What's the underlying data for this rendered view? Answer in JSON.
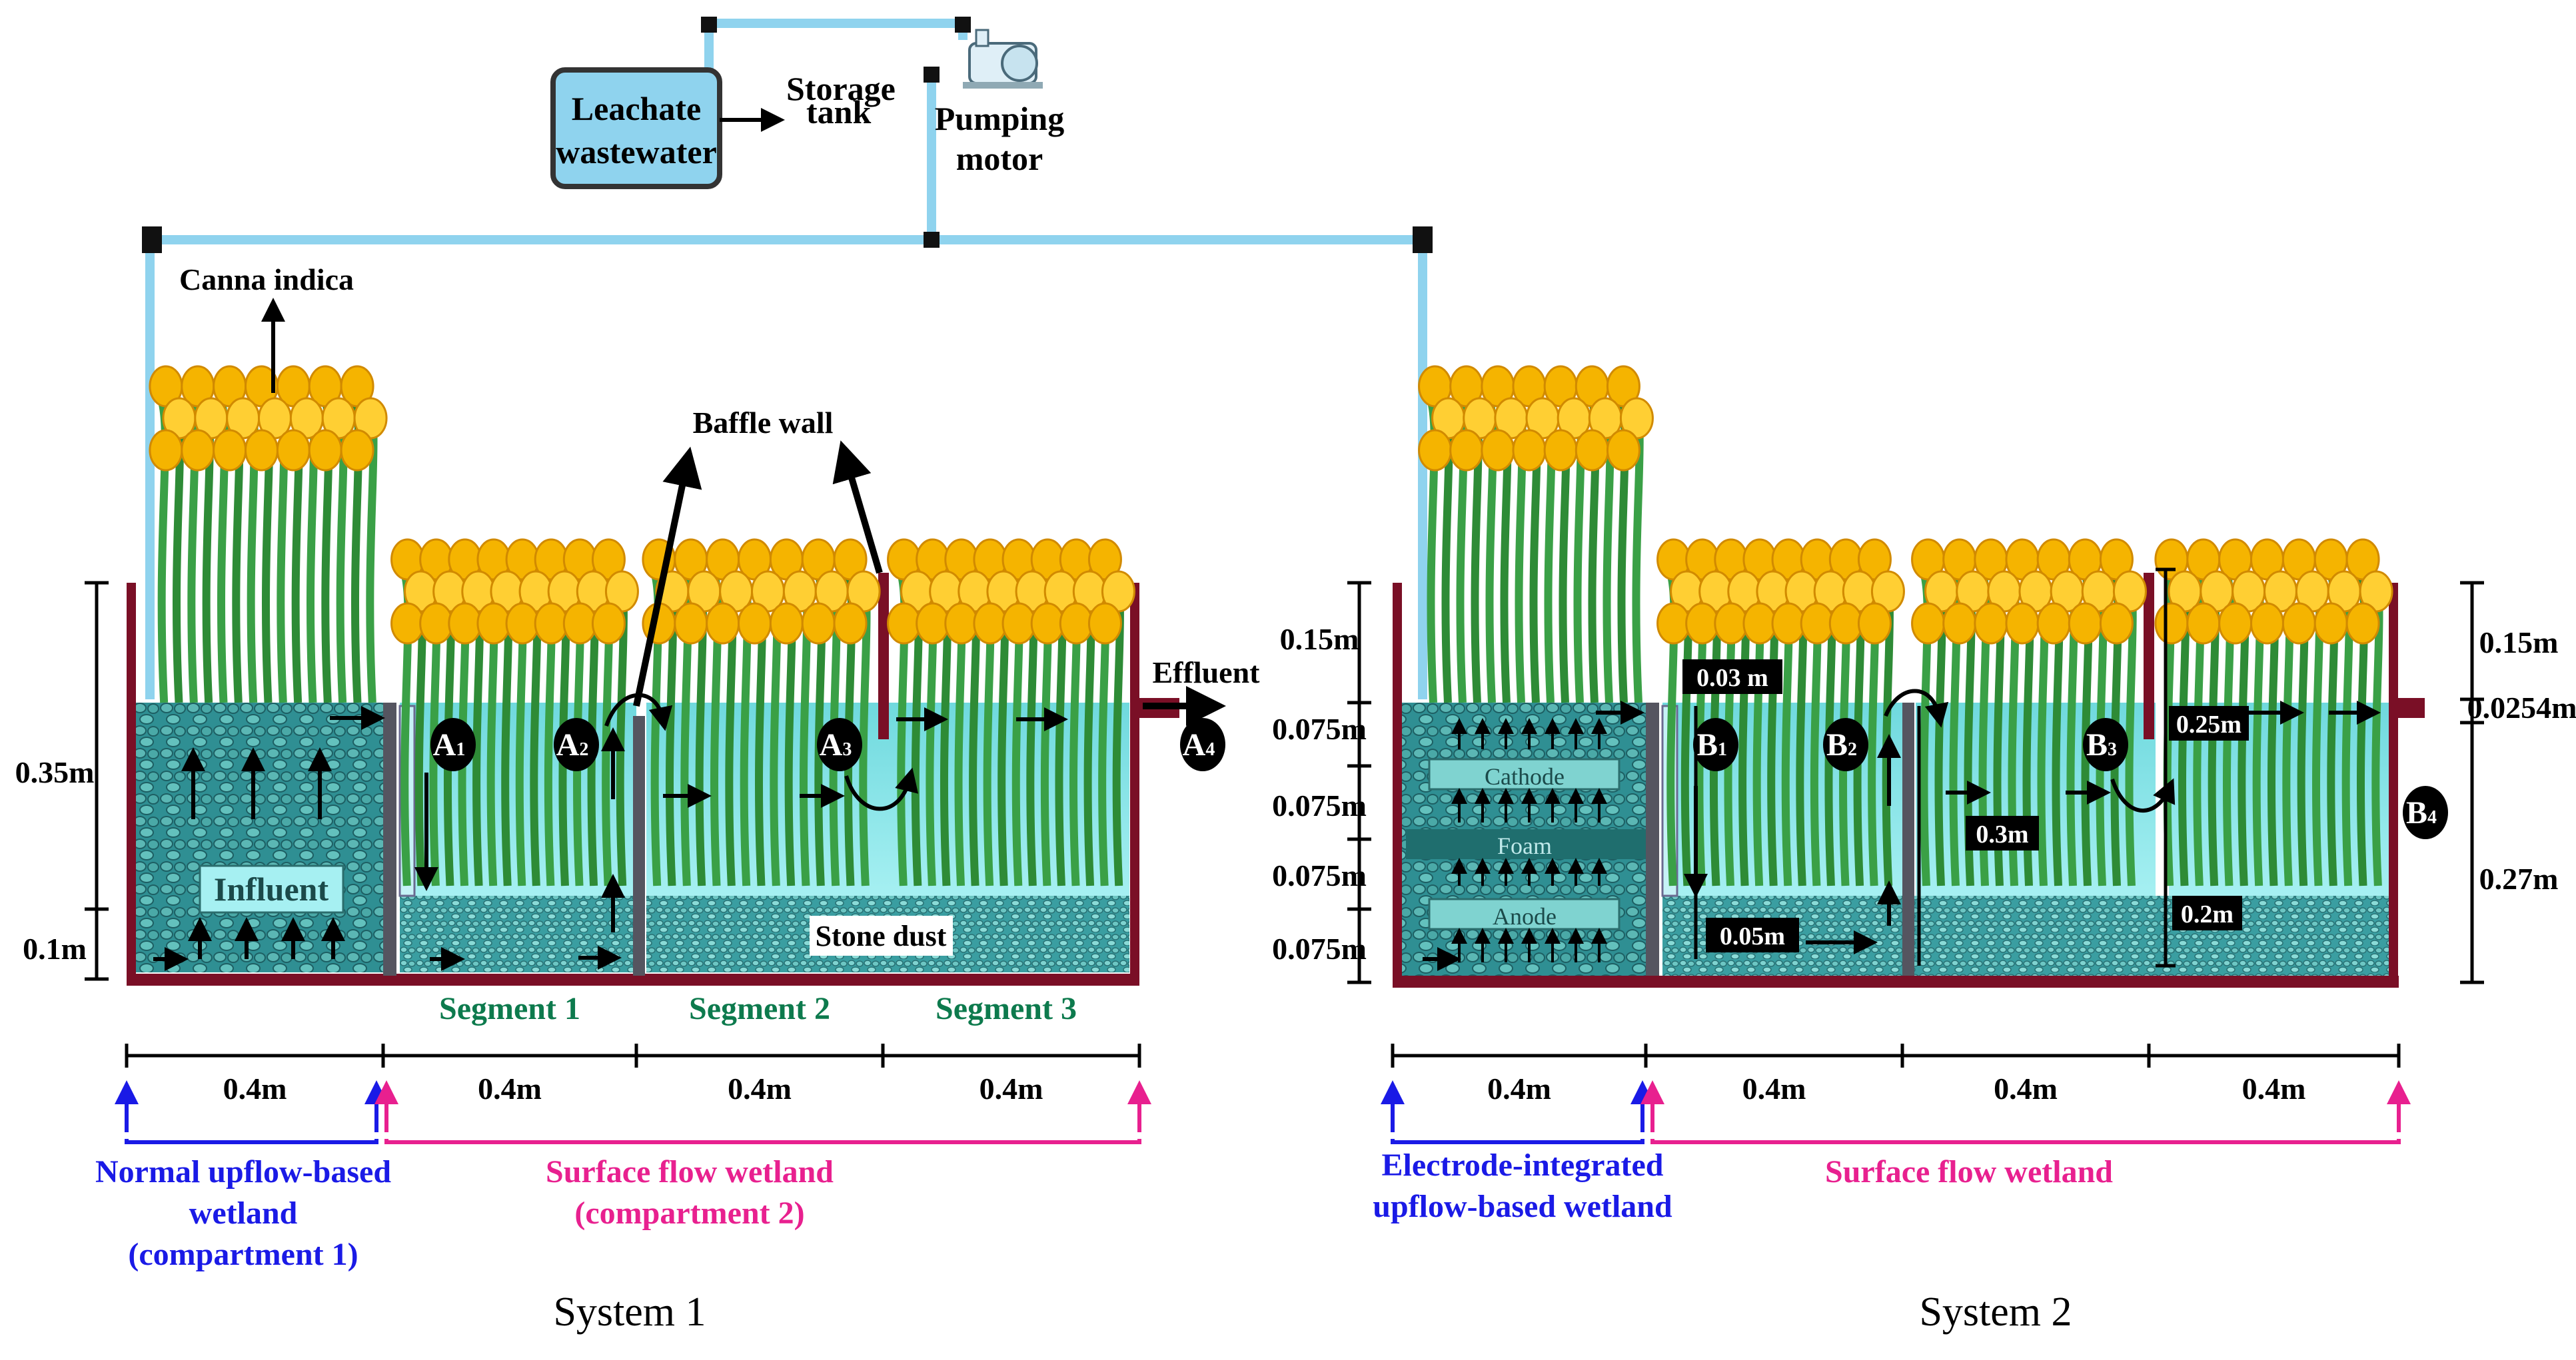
{
  "top": {
    "storage_box": "Leachate\nwastewater",
    "storage_label": "Storage\ntank",
    "pump_label": "Pumping\nmotor"
  },
  "system1": {
    "plant_label": "Canna indica",
    "baffle_label": "Baffle wall",
    "effluent_label": "Effluent",
    "influent_label": "Influent",
    "stone_label": "Stone dust",
    "points": [
      "A1",
      "A2",
      "A3",
      "A4"
    ],
    "segments": [
      "Segment 1",
      "Segment 2",
      "Segment 3"
    ],
    "height_total": "0.35m",
    "height_base": "0.1m",
    "widths": [
      "0.4m",
      "0.4m",
      "0.4m",
      "0.4m"
    ],
    "compartment1": "Normal upflow-based\nwetland\n(compartment 1)",
    "compartment2": "Surface flow wetland\n(compartment 2)",
    "title": "System 1"
  },
  "system2": {
    "points": [
      "B1",
      "B2",
      "B3",
      "B4"
    ],
    "left_heights": [
      "0.15m",
      "0.075m",
      "0.075m",
      "0.075m",
      "0.075m"
    ],
    "right_heights": [
      "0.15m",
      "0.0254m",
      "0.27m"
    ],
    "tags": [
      "0.03 m",
      "0.3m",
      "0.05m",
      "0.25m",
      "0.2m"
    ],
    "cathode": "Cathode",
    "foam": "Foam",
    "anode": "Anode",
    "widths": [
      "0.4m",
      "0.4m",
      "0.4m",
      "0.4m"
    ],
    "compartment1": "Electrode-integrated\nupflow-based wetland",
    "compartment2": "Surface flow wetland",
    "title": "System 2"
  },
  "colors": {
    "water": "#8ee6ea",
    "stone": "#2f8f93",
    "wall": "#7a0f26",
    "pipe": "#8fd3ee",
    "leaf": "#2e8b36",
    "flower": "#f5b400",
    "blue": "#1a1ae6",
    "pink": "#e8208f",
    "segment_green": "#0d7a4d"
  }
}
